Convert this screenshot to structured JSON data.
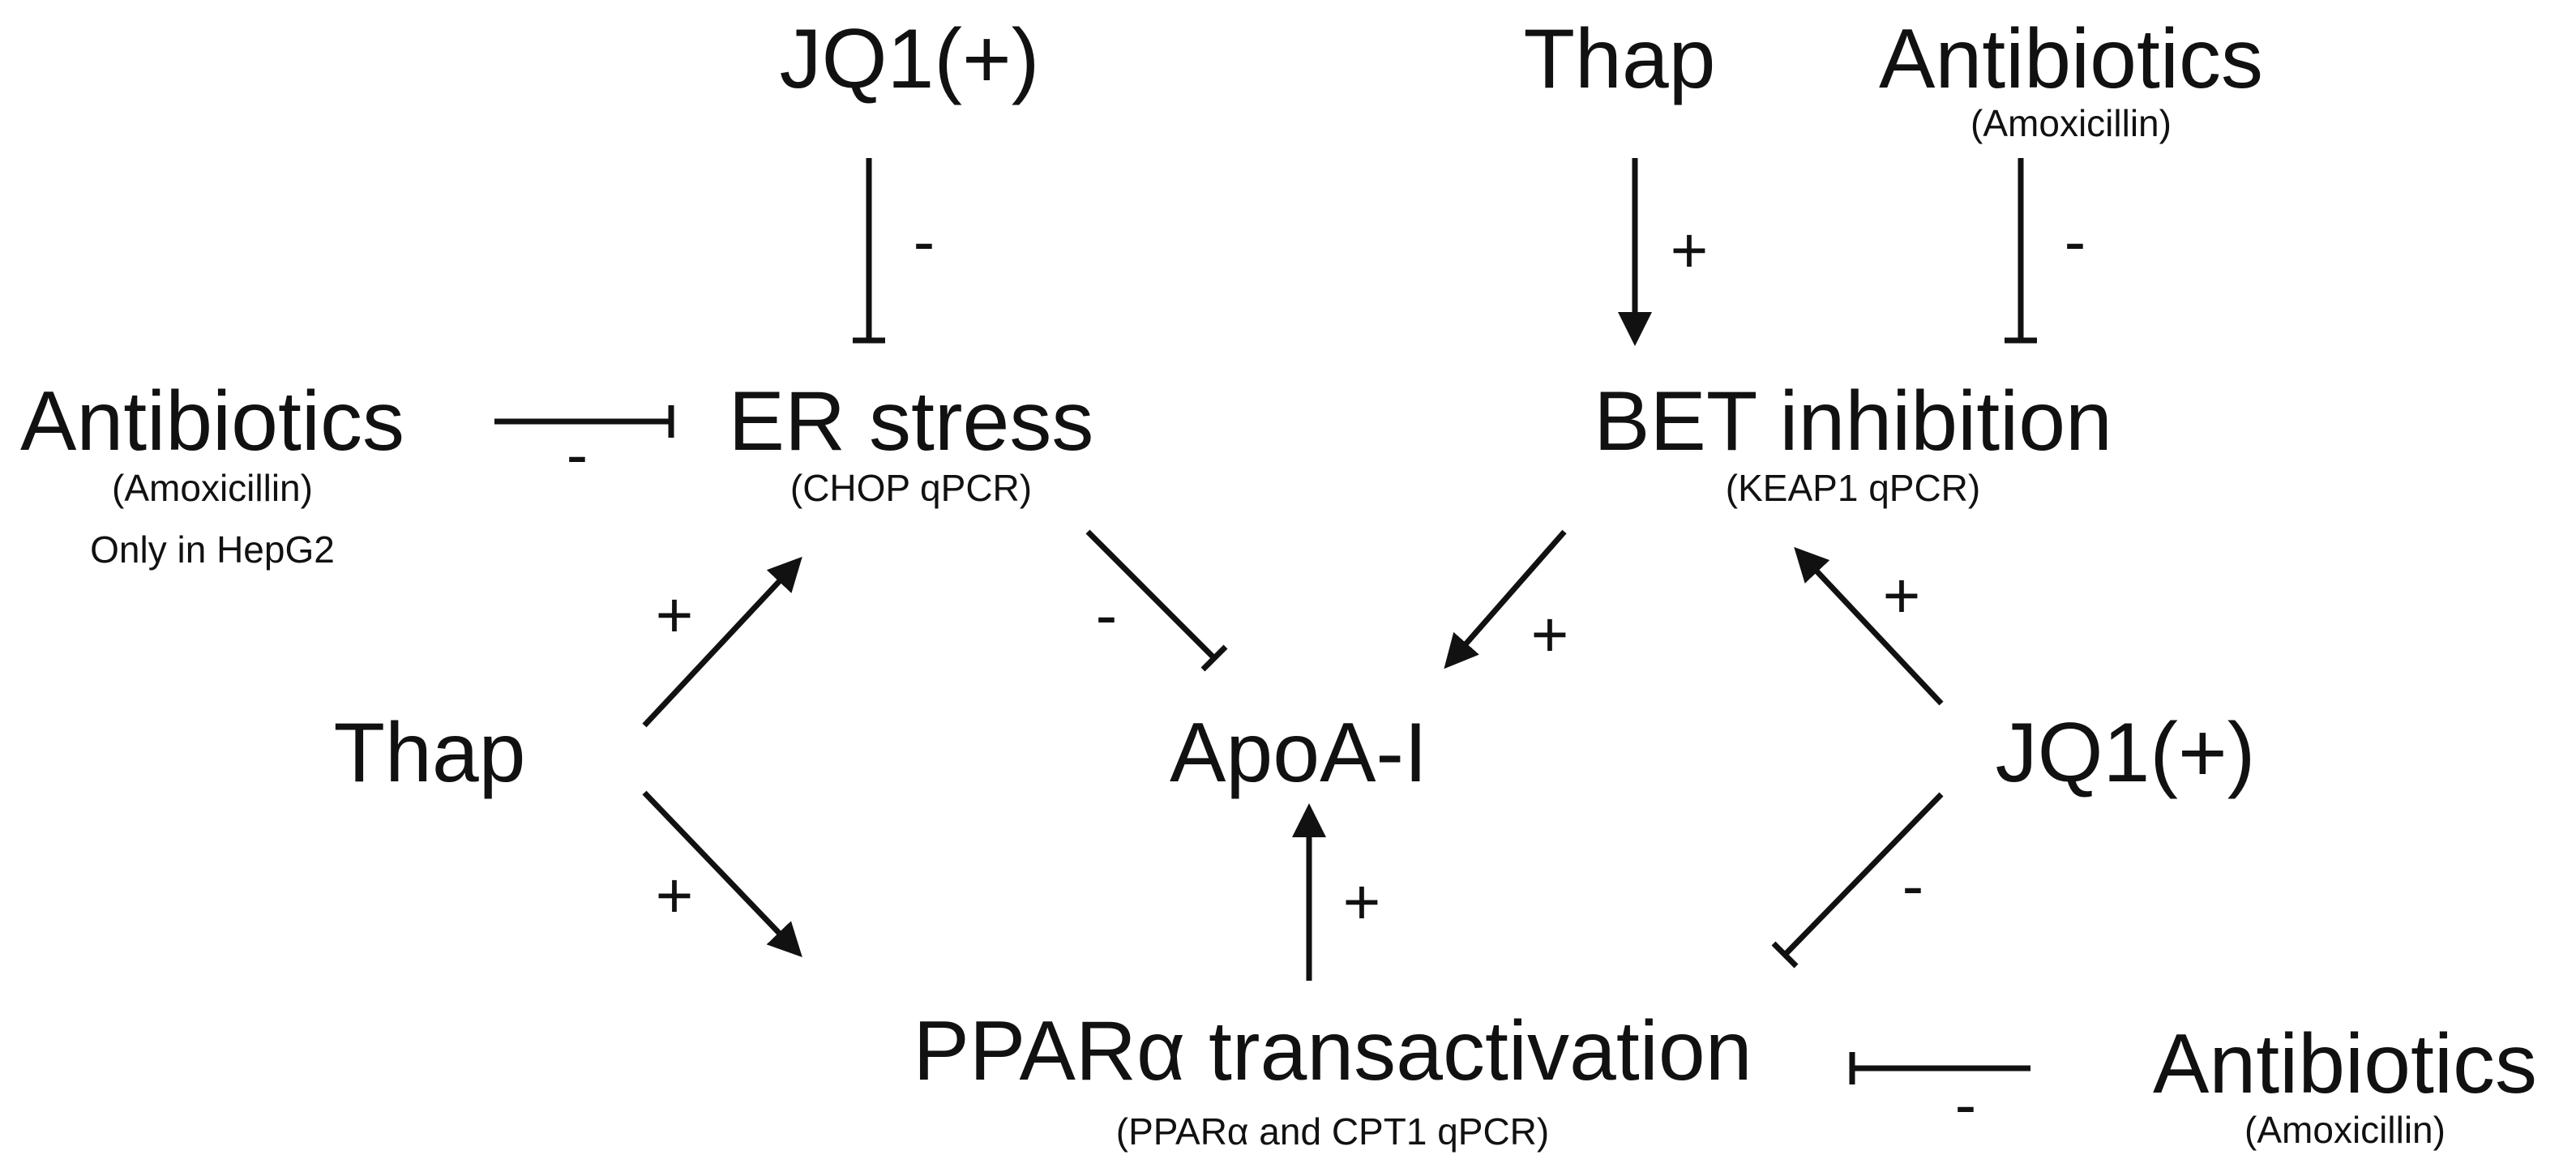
{
  "nodes": {
    "jq1_top": {
      "label": "JQ1(+)"
    },
    "thap_top": {
      "label": "Thap"
    },
    "antibiotics_top": {
      "label": "Antibiotics",
      "sub": "(Amoxicillin)"
    },
    "antibiotics_left": {
      "label": "Antibiotics",
      "sub": "(Amoxicillin)",
      "note": "Only in HepG2"
    },
    "er_stress": {
      "label": "ER stress",
      "sub": "(CHOP qPCR)"
    },
    "bet_inhibition": {
      "label": "BET inhibition",
      "sub": "(KEAP1 qPCR)"
    },
    "thap_left": {
      "label": "Thap"
    },
    "apoa1": {
      "label": "ApoA-I"
    },
    "jq1_right": {
      "label": "JQ1(+)"
    },
    "ppara": {
      "label": "PPARα transactivation",
      "sub": "(PPARα and CPT1 qPCR)"
    },
    "antibiotics_bottom": {
      "label": "Antibiotics",
      "sub": "(Amoxicillin)"
    }
  },
  "edges": [
    {
      "id": "jq1top-er",
      "sign": "-",
      "type": "inhibit"
    },
    {
      "id": "thaptop-bet",
      "sign": "+",
      "type": "activate"
    },
    {
      "id": "abtop-bet",
      "sign": "-",
      "type": "inhibit"
    },
    {
      "id": "ableft-er",
      "sign": "-",
      "type": "inhibit"
    },
    {
      "id": "thapleft-er",
      "sign": "+",
      "type": "activate"
    },
    {
      "id": "er-apoa1",
      "sign": "-",
      "type": "inhibit"
    },
    {
      "id": "bet-apoa1",
      "sign": "+",
      "type": "activate"
    },
    {
      "id": "jq1right-bet",
      "sign": "+",
      "type": "activate"
    },
    {
      "id": "thapleft-ppara",
      "sign": "+",
      "type": "activate"
    },
    {
      "id": "ppara-apoa1",
      "sign": "+",
      "type": "activate"
    },
    {
      "id": "jq1right-ppara",
      "sign": "-",
      "type": "inhibit"
    },
    {
      "id": "abbottom-ppara",
      "sign": "-",
      "type": "inhibit"
    }
  ],
  "colors": {
    "ink": "#111111",
    "background": "#ffffff"
  }
}
